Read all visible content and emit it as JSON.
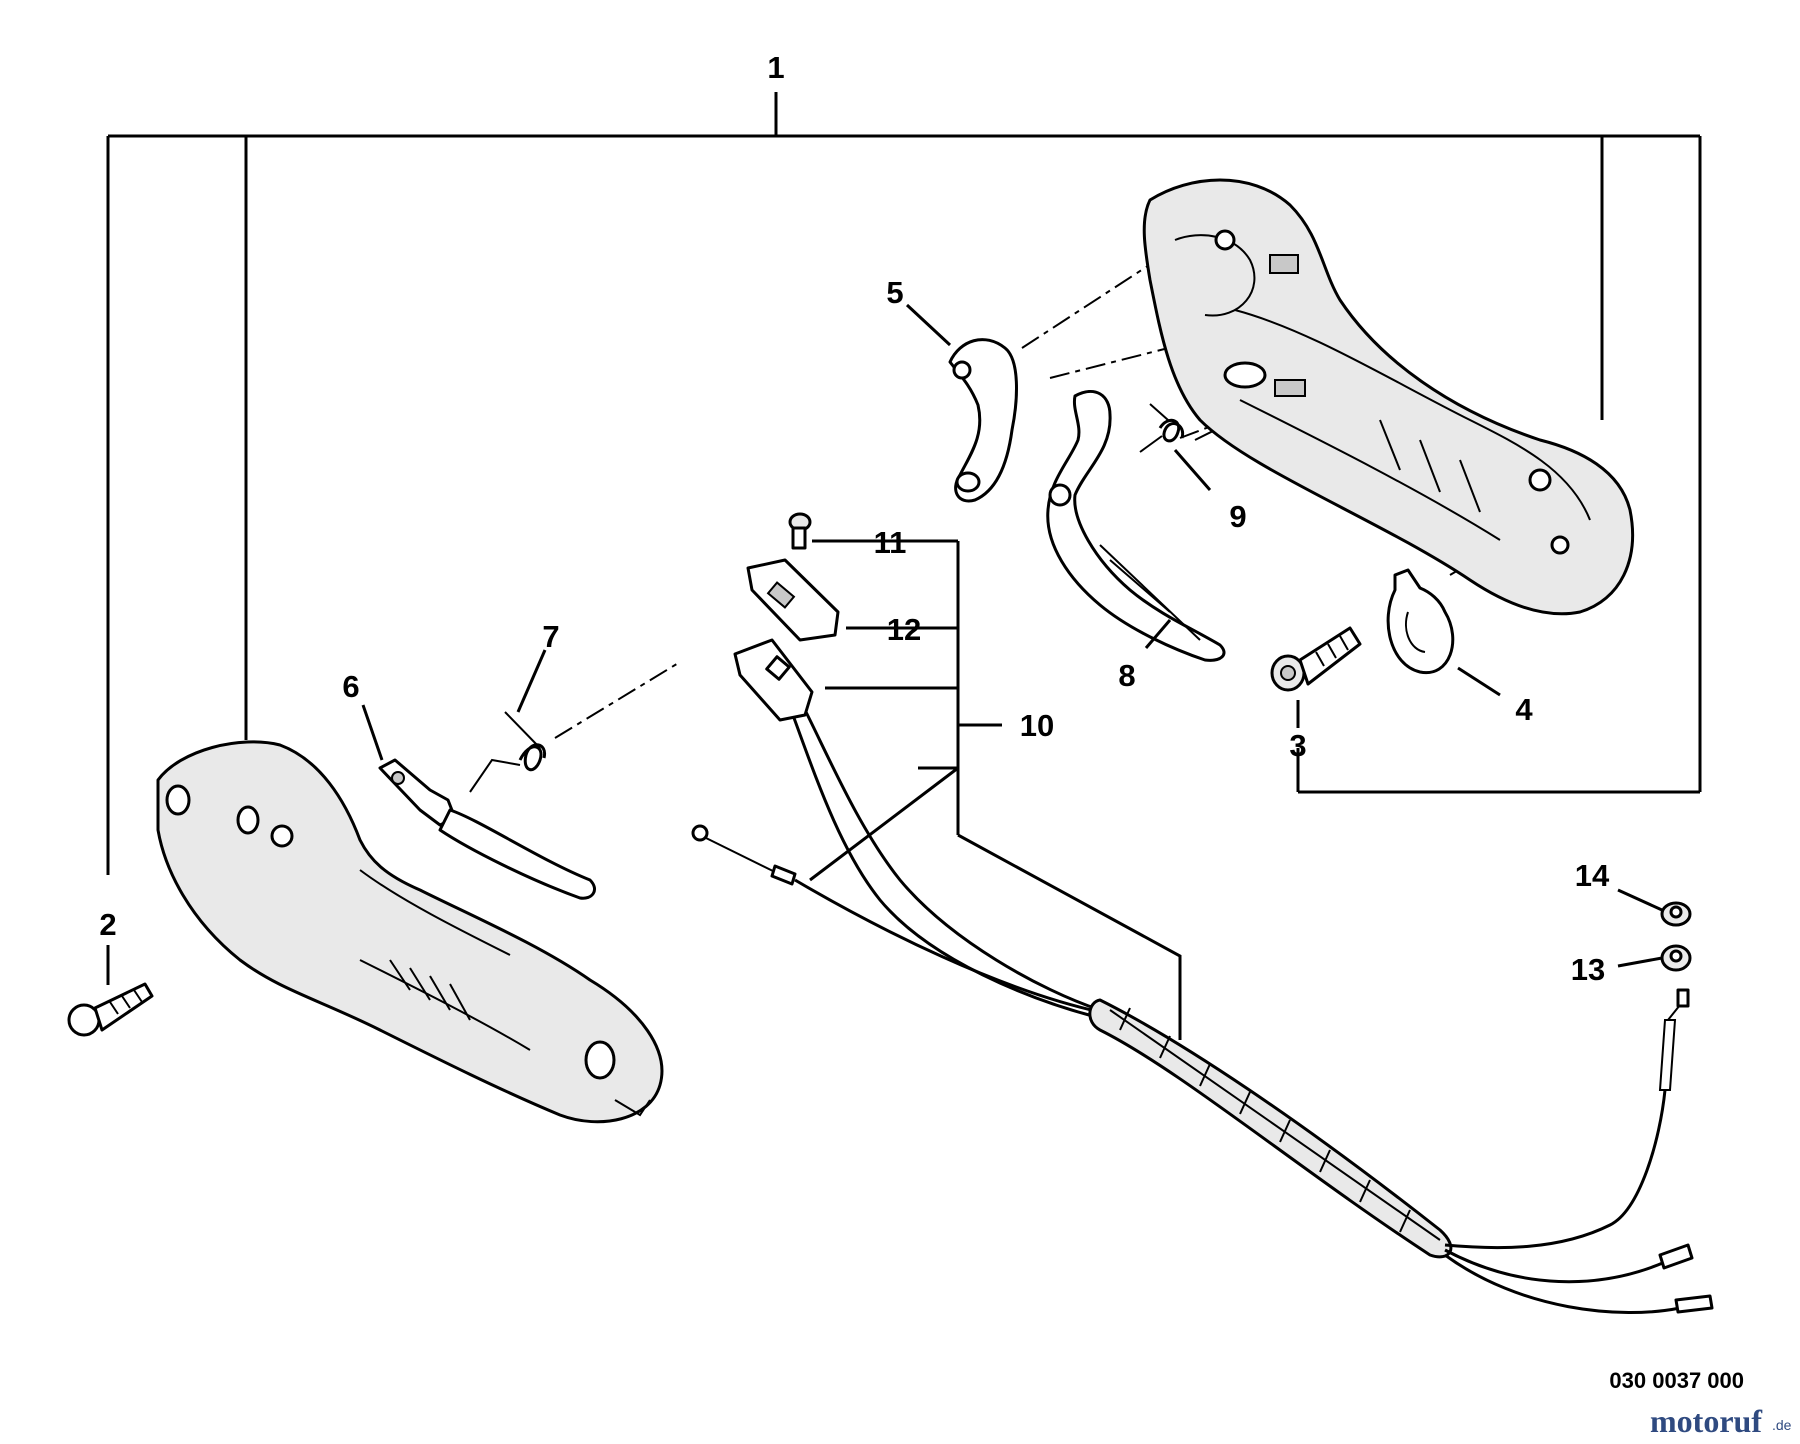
{
  "callouts": {
    "c1": "1",
    "c2": "2",
    "c3": "3",
    "c4": "4",
    "c5": "5",
    "c6": "6",
    "c7": "7",
    "c8": "8",
    "c9": "9",
    "c10": "10",
    "c11": "11",
    "c12": "12",
    "c13": "13",
    "c14": "14"
  },
  "diagram_code": "030 0037 000",
  "watermark": {
    "name": "motoruf",
    "suffix": ".de"
  }
}
